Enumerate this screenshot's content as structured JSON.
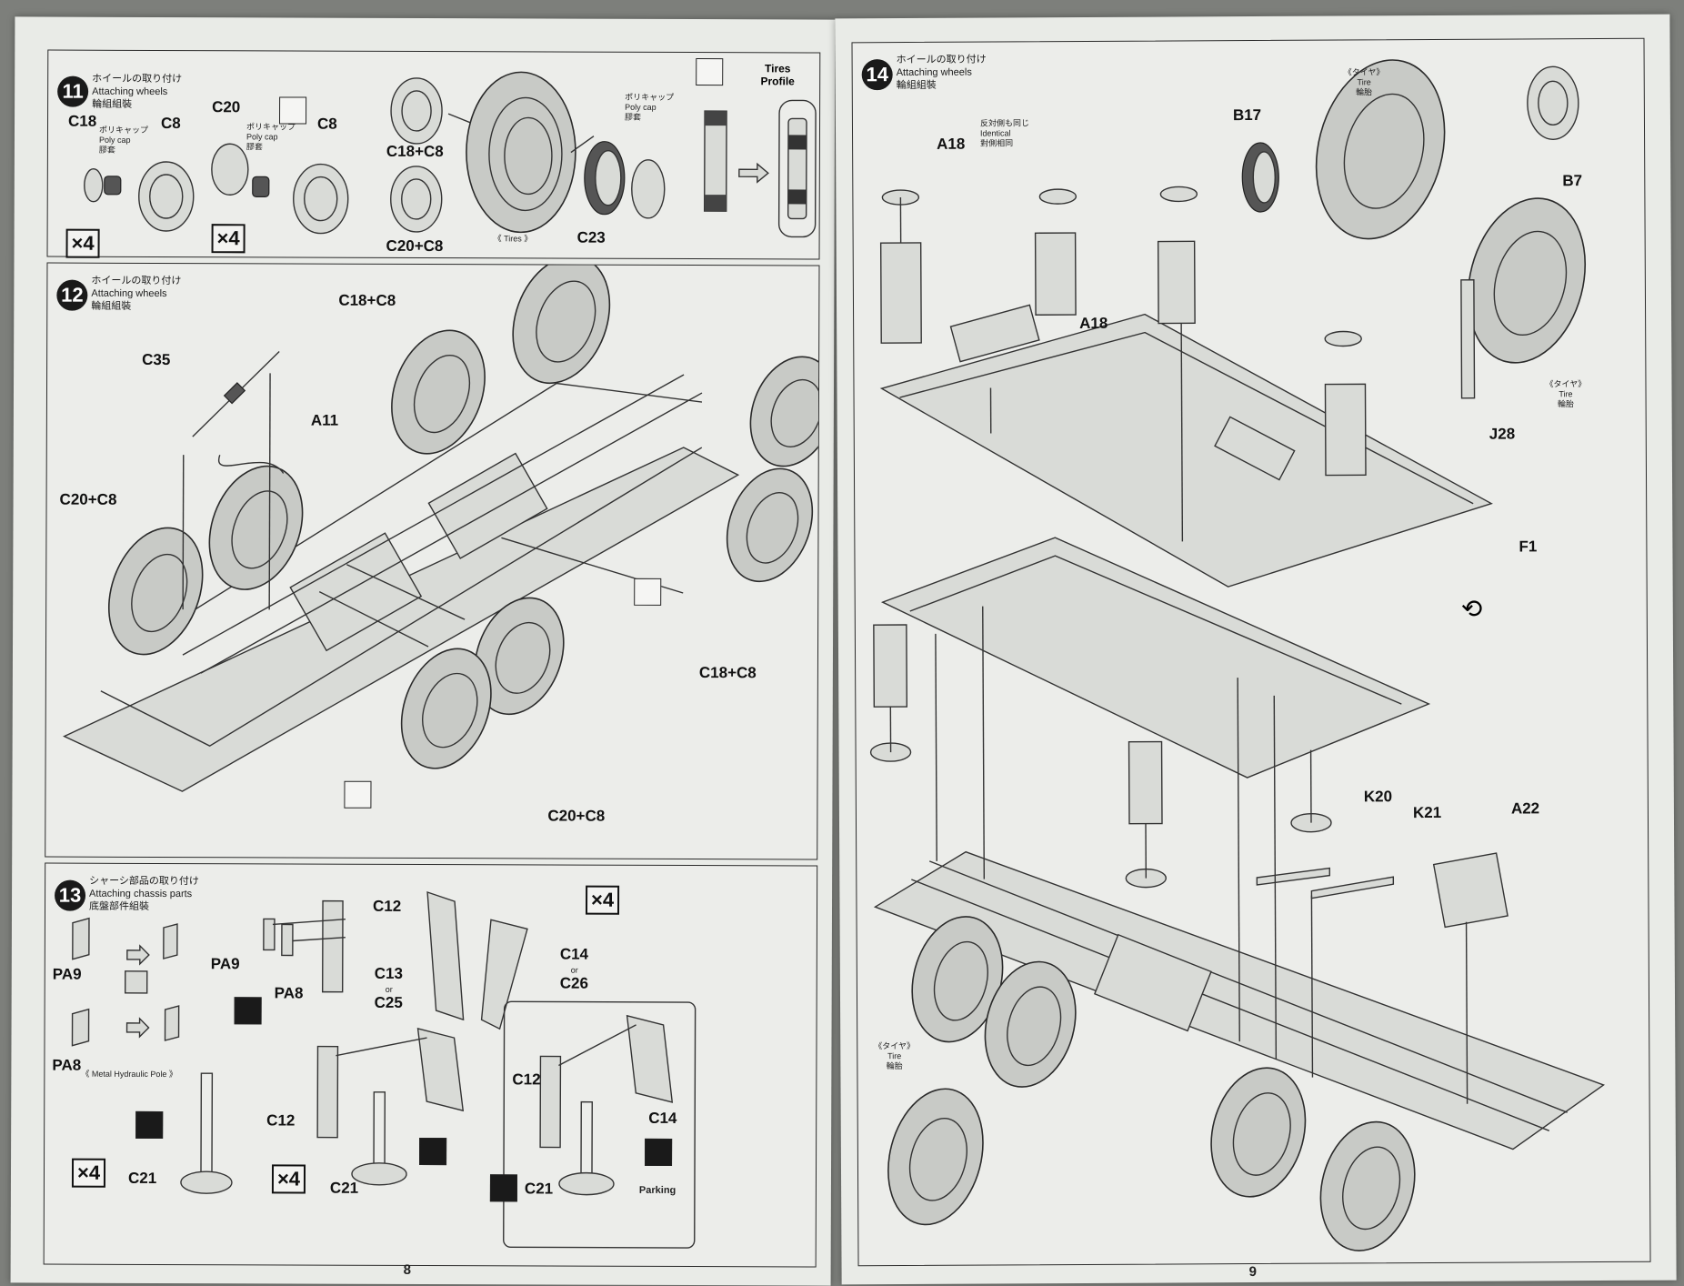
{
  "left_page": {
    "page_number": "8",
    "step11": {
      "number": "11",
      "title_jp": "ホイールの取り付け",
      "title_en": "Attaching wheels",
      "title_cn": "輪組組裝",
      "labels": {
        "c18": "C18",
        "c8_a": "C8",
        "c20": "C20",
        "c8_b": "C8",
        "c18c8": "C18+C8",
        "c20c8": "C20+C8",
        "c23": "C23"
      },
      "polycap_jp": "ポリキャップ",
      "polycap_en": "Poly cap",
      "polycap_cn": "膠套",
      "tires_note": "《 Tires 》",
      "tires_profile": "Tires Profile",
      "multiplier": "×4"
    },
    "step12": {
      "number": "12",
      "title_jp": "ホイールの取り付け",
      "title_en": "Attaching wheels",
      "title_cn": "輪組組裝",
      "labels": {
        "c18c8_top": "C18+C8",
        "c35": "C35",
        "a11": "A11",
        "c20c8_left": "C20+C8",
        "c18c8_right": "C18+C8",
        "c20c8_bottom": "C20+C8"
      }
    },
    "step13": {
      "number": "13",
      "title_jp": "シャーシ部品の取り付け",
      "title_en": "Attaching chassis parts",
      "title_cn": "底盤部件組裝",
      "labels": {
        "pa9_a": "PA9",
        "pa8_a": "PA8",
        "pa9_b": "PA9",
        "pa8_b": "PA8",
        "c12_a": "C12",
        "c13": "C13",
        "or_a": "or",
        "c25": "C25",
        "c14_a": "C14",
        "or_b": "or",
        "c26": "C26",
        "c12_b": "C12",
        "c12_c": "C12",
        "c14_b": "C14",
        "c21_a": "C21",
        "c21_b": "C21",
        "c21_c": "C21"
      },
      "pole_note": "《 Metal Hydraulic Pole 》",
      "parking": "Parking",
      "multiplier_top": "×4",
      "multiplier_a": "×4",
      "multiplier_b": "×4"
    }
  },
  "right_page": {
    "page_number": "9",
    "step14": {
      "number": "14",
      "title_jp": "ホイールの取り付け",
      "title_en": "Attaching wheels",
      "title_cn": "輪組組裝",
      "labels": {
        "a18_top": "A18",
        "a18_mid": "A18",
        "b17": "B17",
        "b7": "B7",
        "j28": "J28",
        "f1": "F1",
        "k20": "K20",
        "k21": "K21",
        "a22": "A22"
      },
      "identical_jp": "反対側も同じ",
      "identical_en": "Identical",
      "identical_cn": "對側相同",
      "tire_top_jp": "《タイヤ》",
      "tire_top_en": "Tire",
      "tire_top_cn": "輪胎",
      "tire_mid_jp": "《タイヤ》",
      "tire_mid_en": "Tire",
      "tire_mid_cn": "輪胎",
      "tire_low_jp": "《タイヤ》",
      "tire_low_en": "Tire",
      "tire_low_cn": "輪胎"
    }
  }
}
